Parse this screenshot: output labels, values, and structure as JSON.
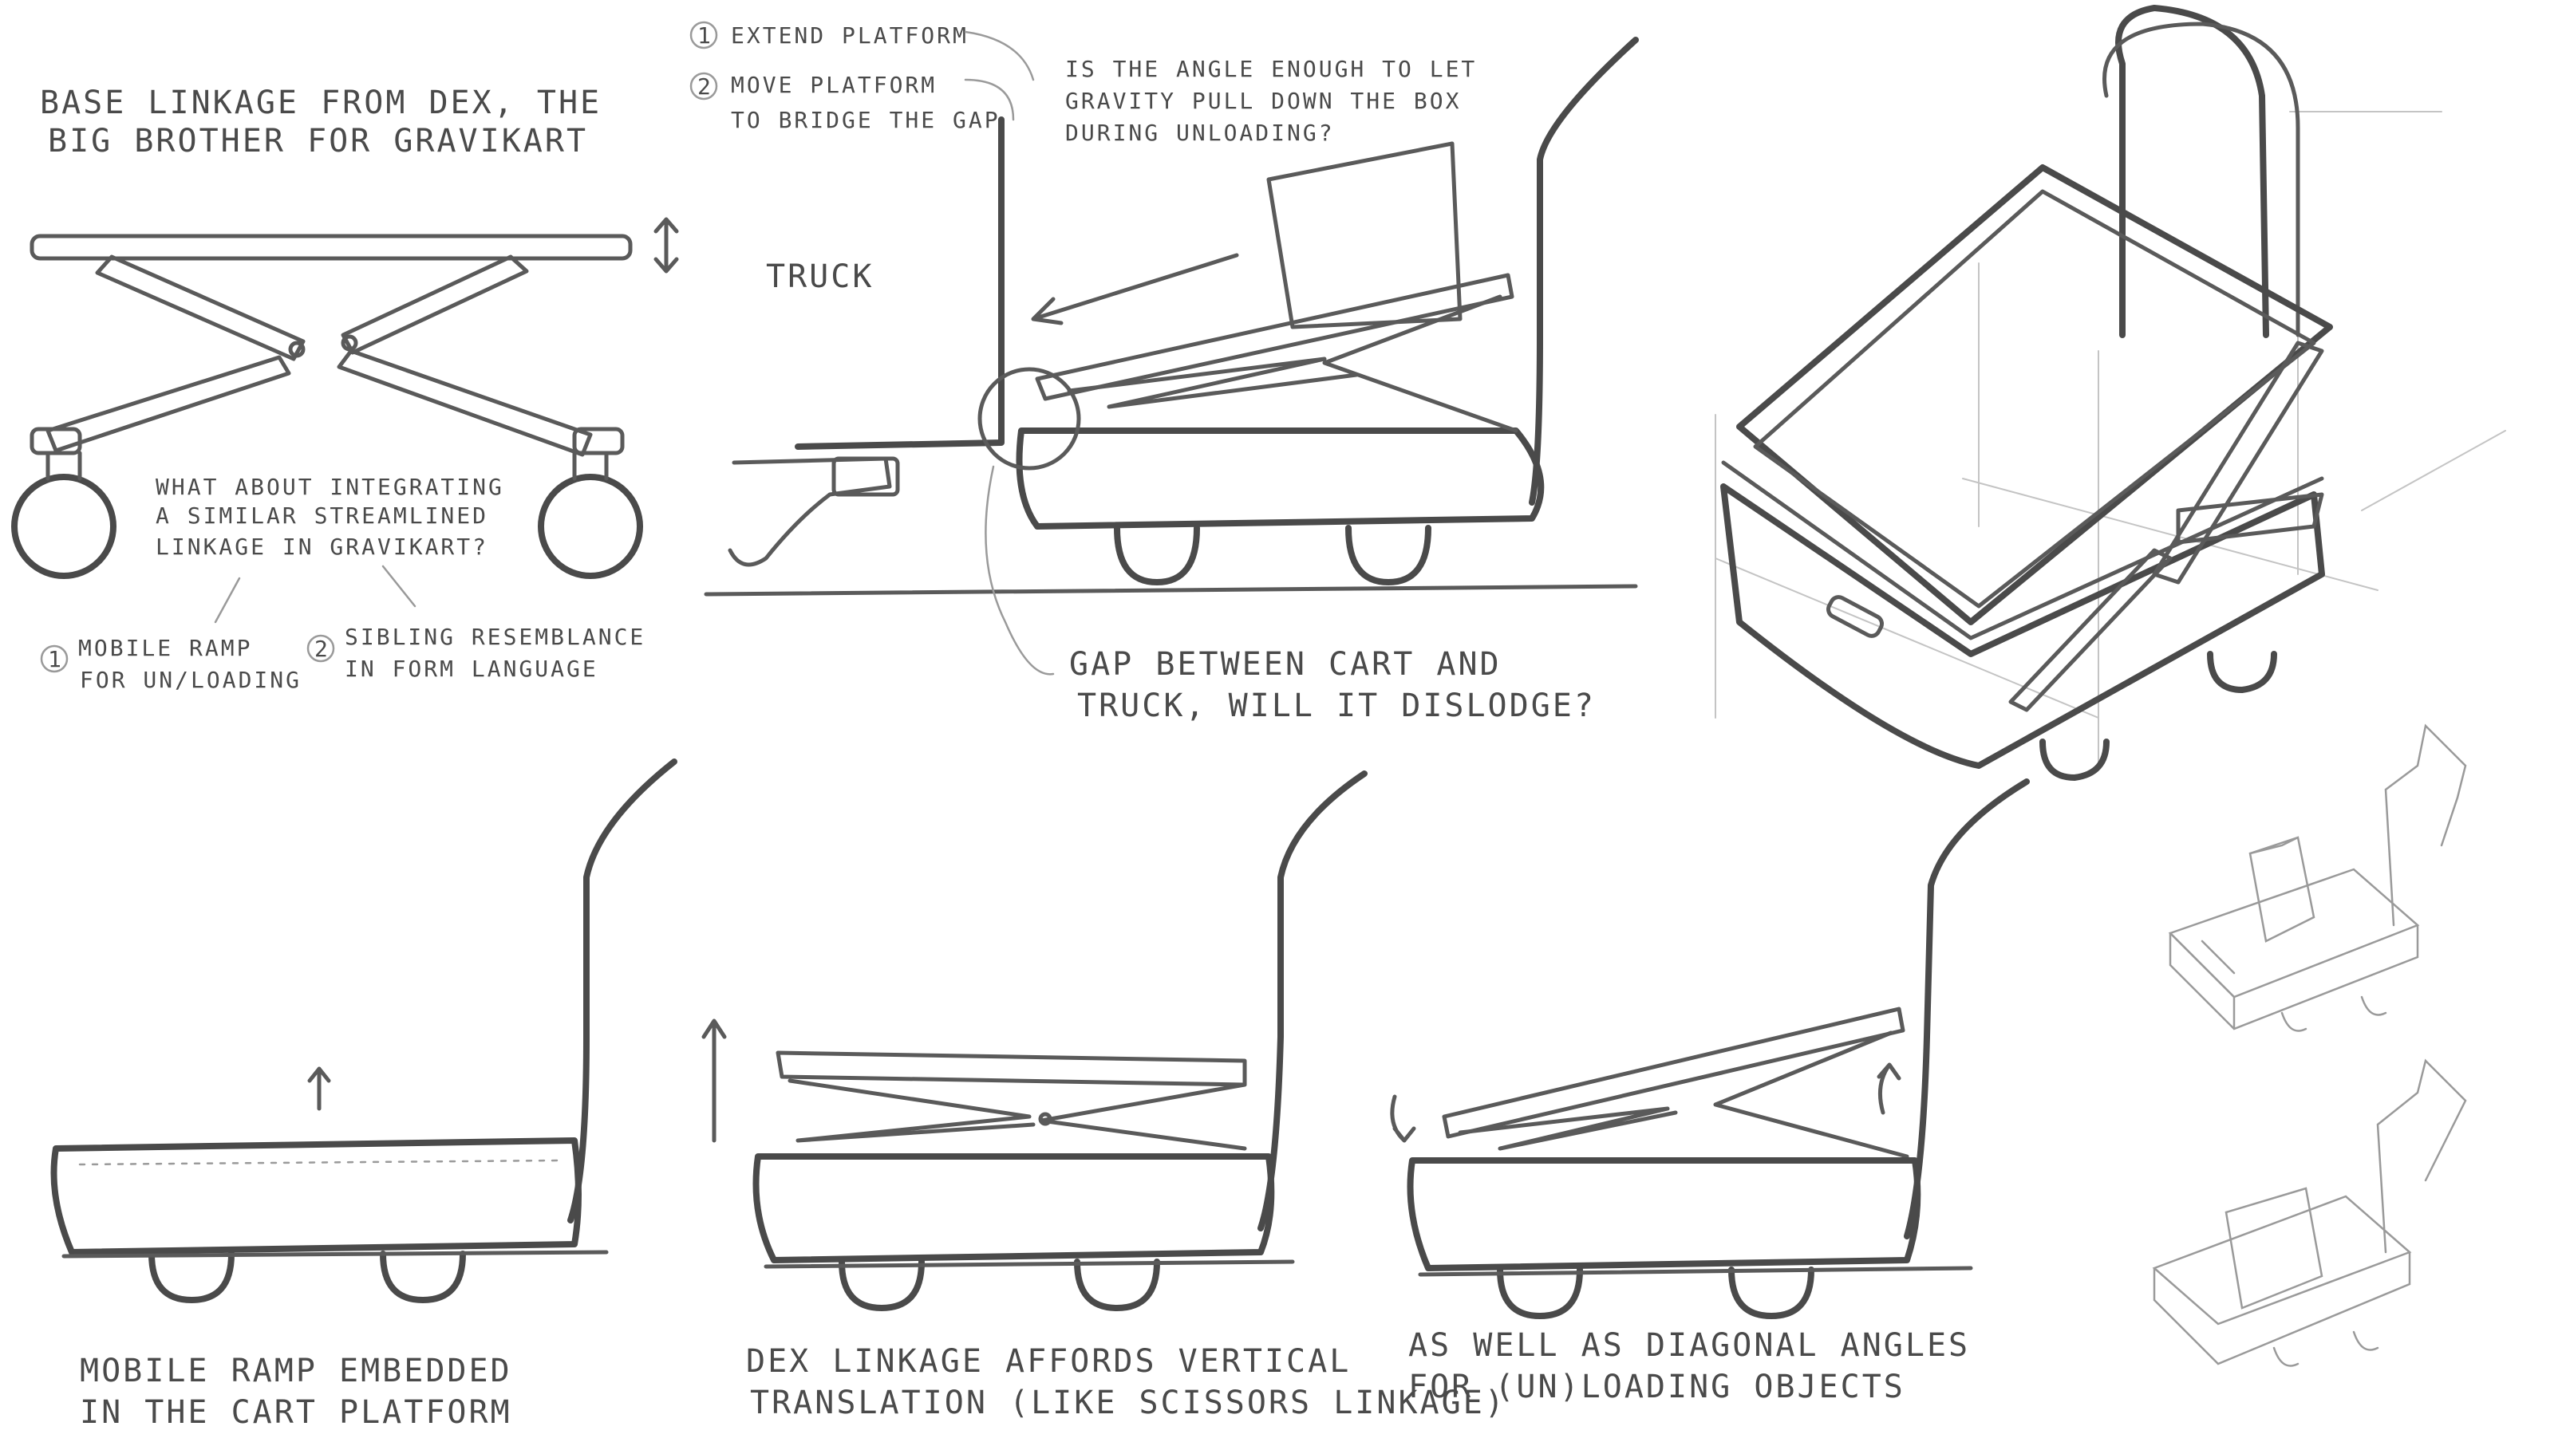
{
  "notes": {
    "base_linkage": [
      "BASE LINKAGE FROM DEX, THE",
      "BIG BROTHER FOR GRAVIKART"
    ],
    "integrating": [
      "WHAT ABOUT INTEGRATING",
      "A SIMILAR STREAMLINED",
      "LINKAGE IN GRAVIKART?"
    ],
    "mobile_ramp_unloading": {
      "number": "1",
      "lines": [
        "MOBILE RAMP",
        "FOR UN/LOADING"
      ]
    },
    "sibling_resemblance": {
      "number": "2",
      "lines": [
        "SIBLING RESEMBLANCE",
        "IN FORM LANGUAGE"
      ]
    },
    "extend_platform": {
      "number": "1",
      "lines": [
        "EXTEND PLATFORM"
      ]
    },
    "move_platform": {
      "number": "2",
      "lines": [
        "MOVE PLATFORM",
        "TO BRIDGE THE GAP"
      ]
    },
    "angle_question": [
      "IS THE ANGLE ENOUGH TO LET",
      "GRAVITY PULL DOWN THE BOX",
      "DURING UNLOADING?"
    ],
    "truck": "TRUCK",
    "gap_question": [
      "GAP BETWEEN CART AND",
      "TRUCK, WILL IT DISLODGE?"
    ],
    "ramp_embedded": [
      "MOBILE RAMP EMBEDDED",
      "IN THE CART PLATFORM"
    ],
    "dex_vertical": [
      "DEX LINKAGE AFFORDS VERTICAL",
      "TRANSLATION (LIKE SCISSORS LINKAGE)"
    ],
    "diagonal_angles": [
      "AS WELL AS DIAGONAL ANGLES",
      "FOR (UN)LOADING OBJECTS"
    ]
  },
  "colors": {
    "paper": "#ffffff",
    "pencil": "#4a4a4a",
    "construction": "#c4c4c4"
  }
}
